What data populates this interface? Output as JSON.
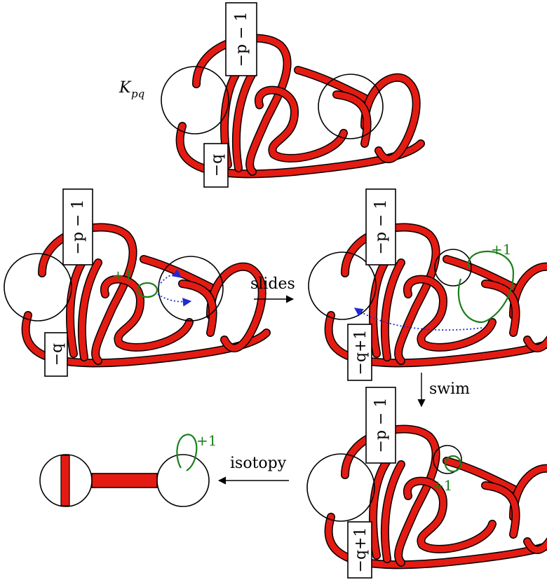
{
  "panels": {
    "top": {
      "title": "K",
      "title_sub": "pq",
      "box_top": "−p − 1",
      "box_bottom": "−q"
    },
    "mid_left": {
      "box_top": "−p − 1",
      "box_bottom": "−q",
      "framing": "+1"
    },
    "mid_right": {
      "box_top": "−p − 1",
      "box_bottom": "−q+1",
      "framing": "+1"
    },
    "bottom_right": {
      "box_top": "−p − 1",
      "box_bottom": "−q+1",
      "framing": "+1"
    },
    "bottom_left": {
      "framing": "+1"
    }
  },
  "arrows": {
    "slides": "slides",
    "swim": "swim",
    "isotopy": "isotopy"
  },
  "colors": {
    "band": "#e41b12",
    "green_curve": "#1a7f1a",
    "blue_path": "#1f2bd1"
  }
}
